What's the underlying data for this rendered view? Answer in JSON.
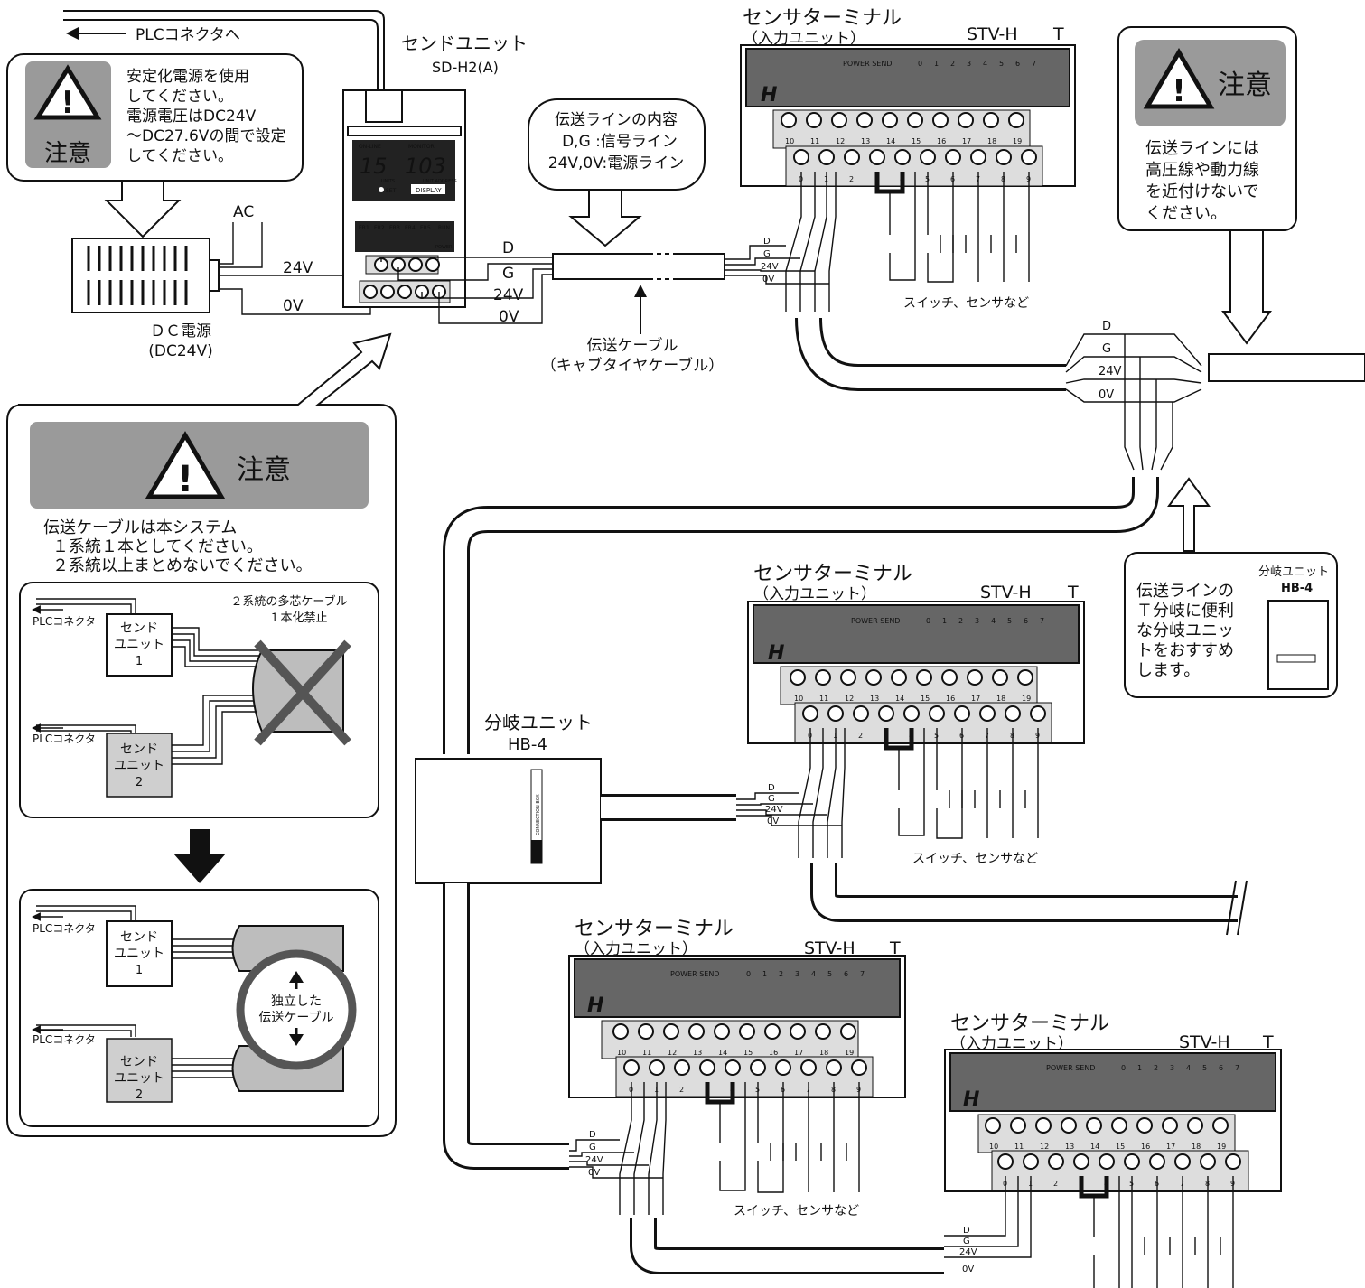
{
  "colors": {
    "line": "#111111",
    "panel_dark": "#666666",
    "banner": "#9a9a9a",
    "cable_fill": "#bdbdbd",
    "unit_grey": "#cfcfcf"
  },
  "top": {
    "plc_connector": "PLCコネクタへ",
    "send_unit_title": "センドユニット",
    "send_unit_model": "SD-H2(A)",
    "send_unit_panel": {
      "online": "ON-LINE",
      "monitor": "MONITOR",
      "digits_left": "15",
      "digits_right": "103",
      "units": "UNITS",
      "unit_address": "UNIT ADDRESS",
      "set": "SET",
      "display": "DISPLAY",
      "err_labels": [
        "ER1",
        "ER2",
        "ER3",
        "ER4",
        "ER5"
      ],
      "run": "RUN",
      "power": "POWER"
    },
    "caution_word": "注意",
    "caution1_lines": [
      "安定化電源を使用",
      "してください。",
      "電源電圧はDC24V",
      "～DC27.6Vの間で設定",
      "してください。"
    ],
    "ac_label": "AC",
    "dc_power_title": "ＤＣ電源",
    "dc_power_sub": "(DC24V)",
    "wire_24v": "24V",
    "wire_0v": "0V",
    "wire_d": "D",
    "wire_g": "G",
    "line_info_lines": [
      "伝送ラインの内容",
      "D,G :信号ライン",
      "24V,0V:電源ライン"
    ],
    "cable_title": "伝送ケーブル",
    "cable_sub": "（キャブタイヤケーブル）",
    "caution2_lines": [
      "伝送ラインには",
      "高圧線や動力線",
      "を近付けないで",
      "ください。"
    ]
  },
  "terminal": {
    "title": "センサターミナル",
    "subtitle": "（入力ユニット）",
    "model": "STV-H",
    "suffix": "T",
    "power_send": "POWER SEND",
    "leds": [
      "0",
      "1",
      "2",
      "3",
      "4",
      "5",
      "6",
      "7"
    ],
    "top_row": [
      "10",
      "11",
      "12",
      "13",
      "14",
      "15",
      "16",
      "17",
      "18",
      "19"
    ],
    "bottom_row": [
      "0",
      "1",
      "2",
      "3",
      "4",
      "5",
      "6",
      "7",
      "8",
      "9"
    ],
    "switches_label": "スイッチ、センサなど"
  },
  "caution_box": {
    "caution_word": "注意",
    "lines": [
      "伝送ケーブルは本システム",
      "１系統１本としてください。",
      "２系統以上まとめないでください。"
    ],
    "plc": "PLCコネクタ",
    "send_unit_lines": [
      "センド",
      "ユニット"
    ],
    "unit1": "1",
    "unit2": "2",
    "multi_core_lines": [
      "２系統の多芯ケーブル",
      "１本化禁止"
    ],
    "independent_lines": [
      "独立した",
      "伝送ケーブル"
    ]
  },
  "branch": {
    "title": "分岐ユニット",
    "model": "HB-4",
    "small_label": "分岐ユニット",
    "small_model": "HB-4",
    "box_text": "CONNECTION BOX",
    "recommend_lines": [
      "伝送ラインの",
      "Ｔ分岐に便利",
      "な分岐ユニッ",
      "トをおすすめ",
      "します。"
    ]
  }
}
